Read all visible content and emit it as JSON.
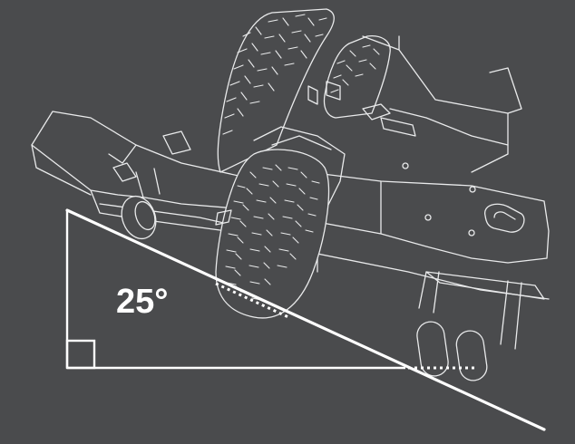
{
  "diagram": {
    "angle_label": "25°",
    "colors": {
      "background": "#4a4b4d",
      "line_art": "#e9eaeb",
      "slope_lines": "#ffffff"
    },
    "icons": [
      "mower-line-art",
      "right-angle-marker"
    ]
  }
}
